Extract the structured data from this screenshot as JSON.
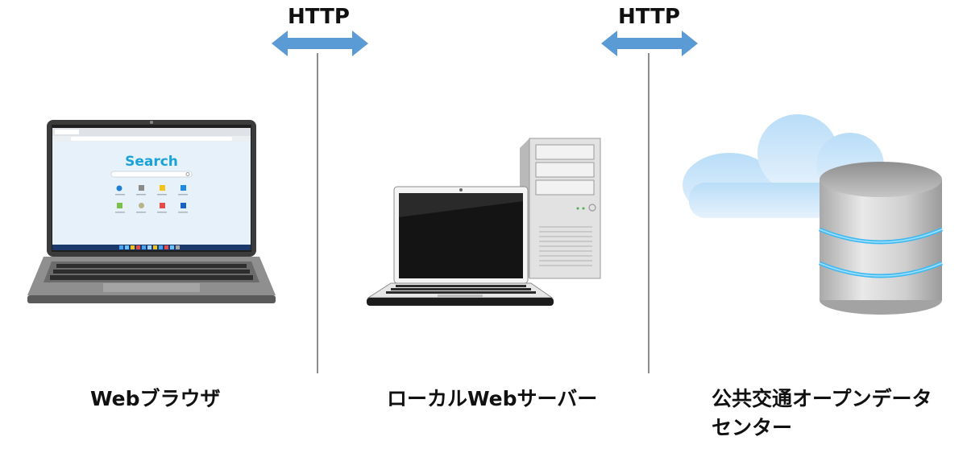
{
  "connectors": [
    {
      "label": "HTTP"
    },
    {
      "label": "HTTP"
    }
  ],
  "nodes": [
    {
      "caption": "Webブラウザ",
      "icon": "laptop-browser-icon"
    },
    {
      "caption": "ローカルWebサーバー",
      "icon": "laptop-desktop-server-icon"
    },
    {
      "caption_line1": "公共交通オープンデータ",
      "caption_line2": "センター",
      "icon": "cloud-database-icon"
    }
  ],
  "browser": {
    "search_text": "Search"
  },
  "colors": {
    "arrow": "#5b9bd5",
    "divider": "#8c8c8c",
    "db_glow": "#3fb9f0",
    "cloud": "#cfe8fb"
  }
}
